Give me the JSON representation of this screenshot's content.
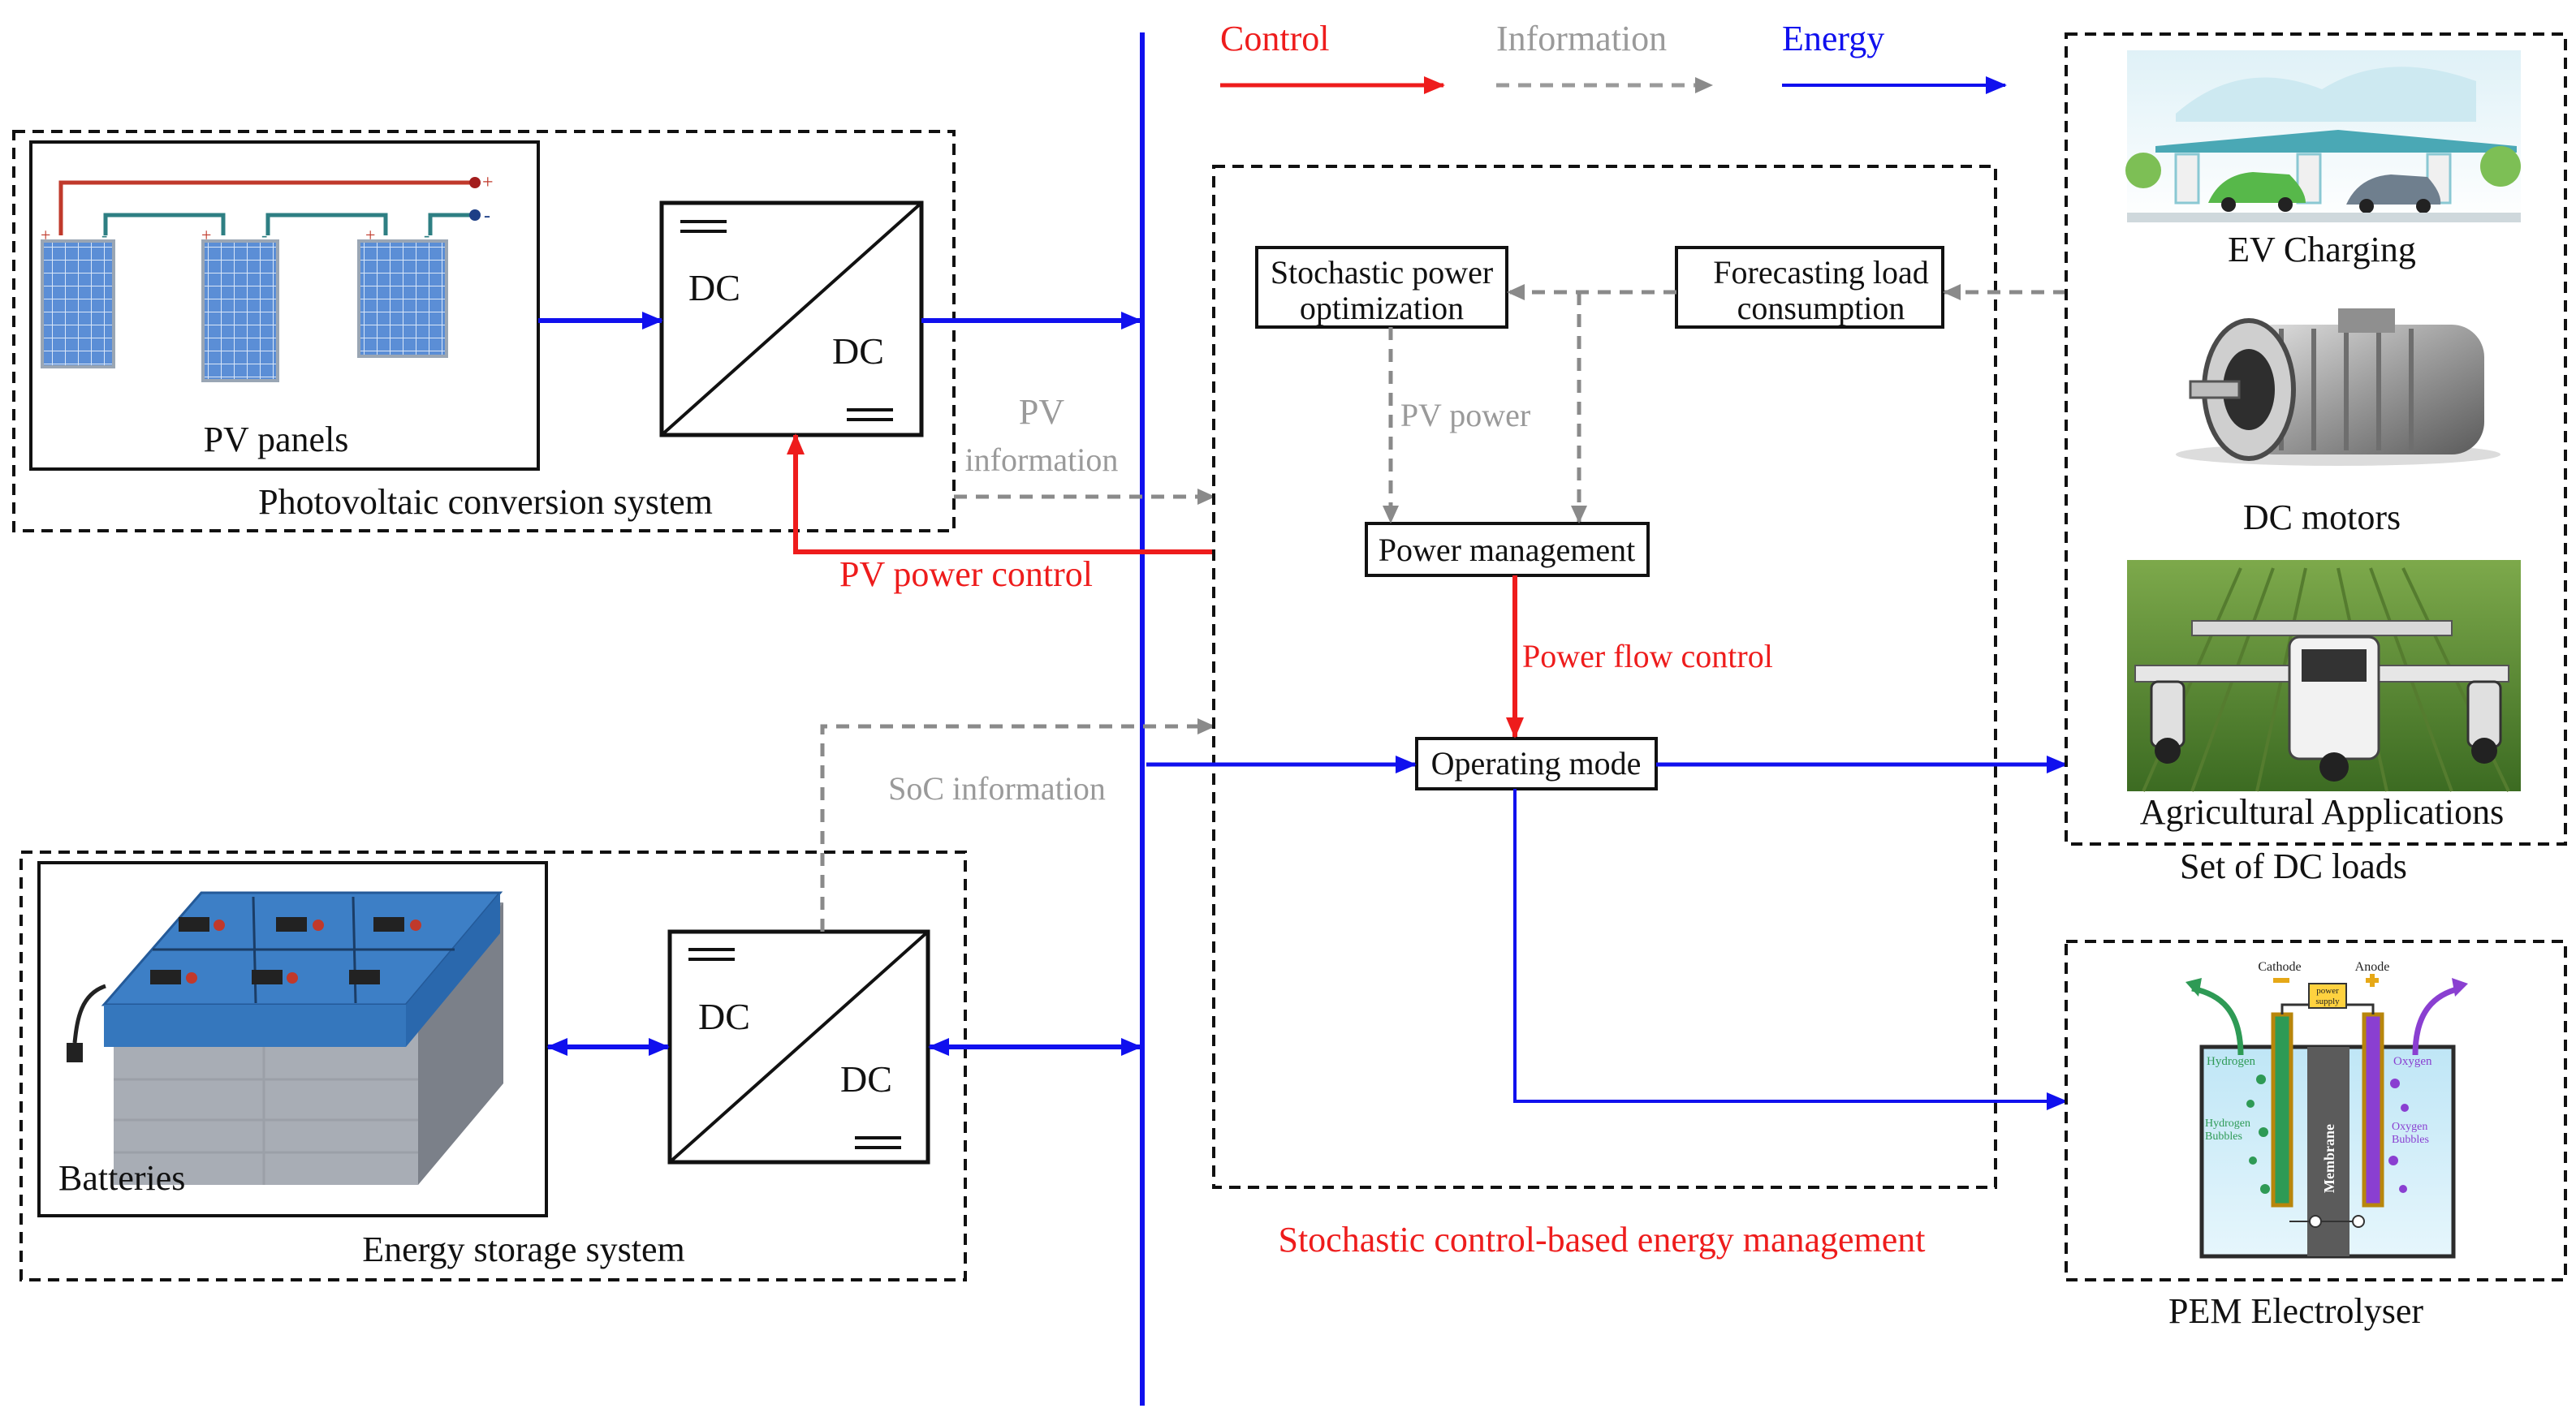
{
  "legend": {
    "control": "Control",
    "information": "Information",
    "energy": "Energy"
  },
  "pv_system": {
    "panels_label": "PV panels",
    "system_label": "Photovoltaic conversion system",
    "plus_sign": "+",
    "minus_sign": "-"
  },
  "converter_top": {
    "input": "DC",
    "output": "DC"
  },
  "converter_bottom": {
    "input": "DC",
    "output": "DC"
  },
  "storage": {
    "batteries_label": "Batteries",
    "system_label": "Energy storage system"
  },
  "signals": {
    "pv_information_line1": "PV",
    "pv_information_line2": "information",
    "pv_power_control": "PV power control",
    "soc_information": "SoC information",
    "pv_power": "PV power",
    "power_flow_control": "Power flow control"
  },
  "ems": {
    "stochastic_line1": "Stochastic power",
    "stochastic_line2": "optimization",
    "forecast_line1": "Forecasting load",
    "forecast_line2": "consumption",
    "power_management": "Power management",
    "operating_mode": "Operating mode",
    "caption": "Stochastic control-based energy management"
  },
  "loads": {
    "ev_charging": "EV Charging",
    "dc_motors": "DC motors",
    "agricultural": "Agricultural Applications",
    "set_label": "Set of DC loads"
  },
  "electrolyser": {
    "label": "PEM Electrolyser",
    "cathode": "Cathode",
    "anode": "Anode",
    "power_supply_line1": "power",
    "power_supply_line2": "supply",
    "hydrogen": "Hydrogen",
    "hydrogen_bubbles_line1": "Hydrogen",
    "hydrogen_bubbles_line2": "Bubbles",
    "oxygen": "Oxygen",
    "oxygen_bubbles_line1": "Oxygen",
    "oxygen_bubbles_line2": "Bubbles",
    "membrane": "Membrane"
  },
  "colors": {
    "control": "#ee1c1c",
    "information": "#9a9a9a",
    "energy": "#1010ee",
    "panel_blue": "#5b8ed6",
    "battery_blue": "#3d7fc6"
  }
}
